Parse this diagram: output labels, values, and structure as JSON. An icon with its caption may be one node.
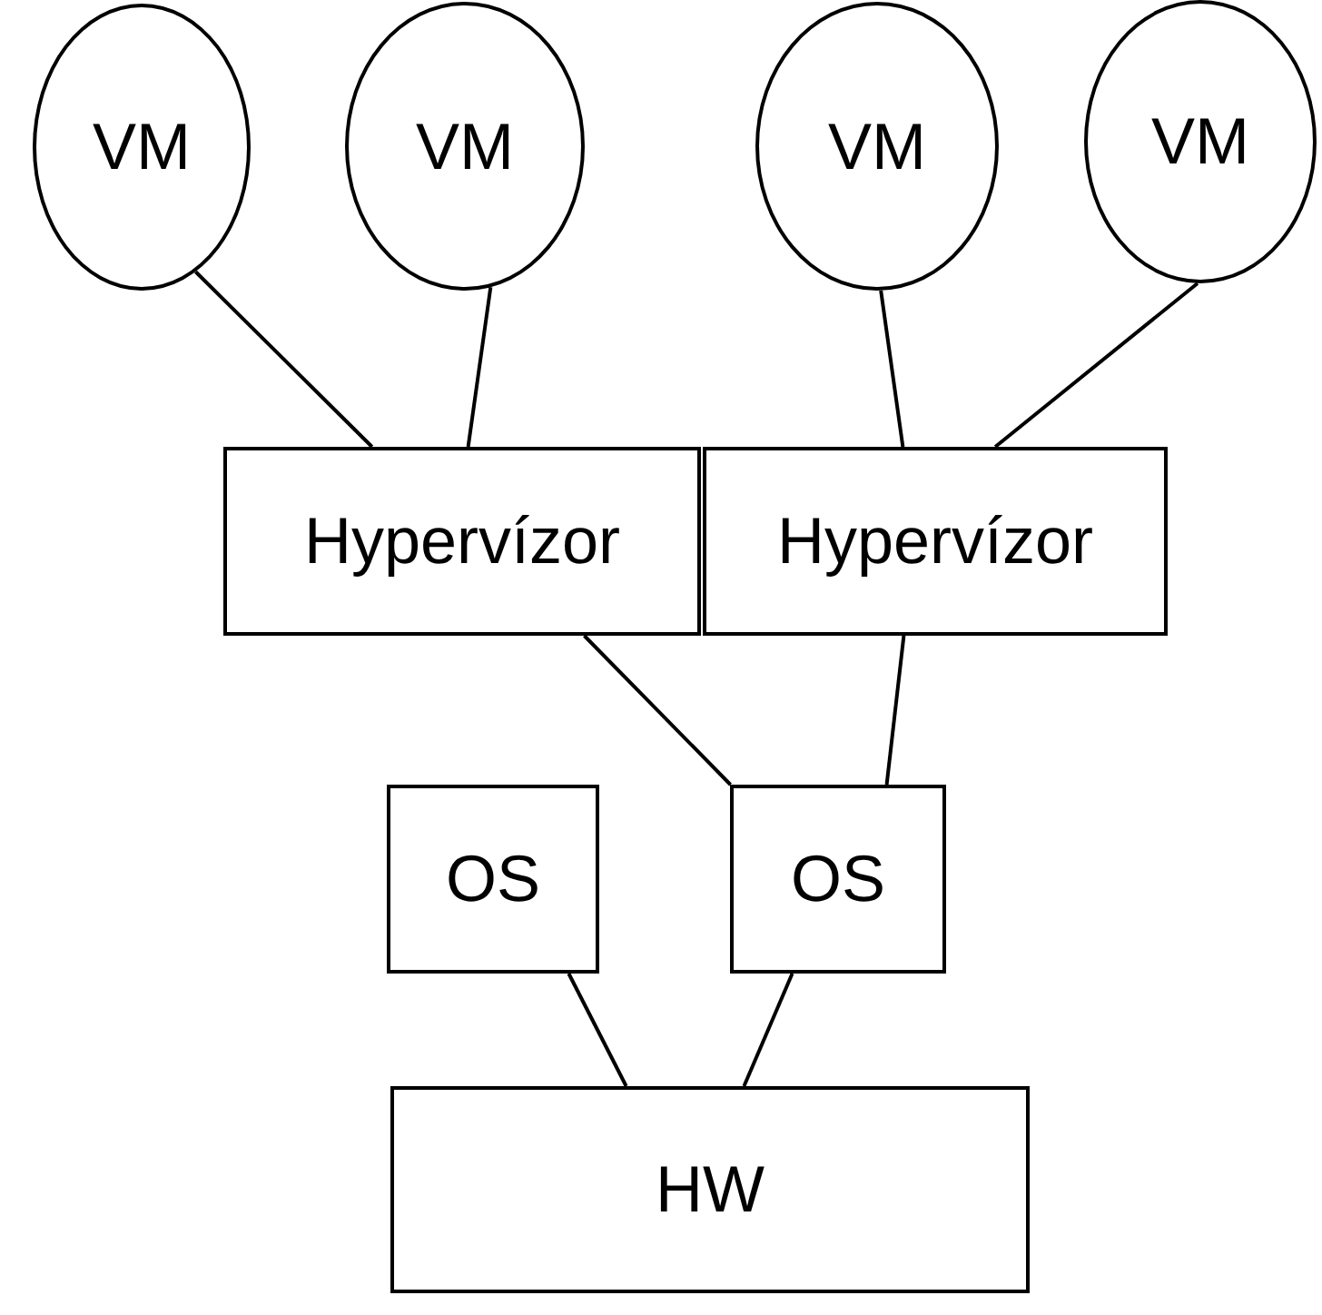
{
  "diagram": {
    "nodes": [
      {
        "text": [
          "VM"
        ]
      },
      {
        "text": [
          "VM"
        ]
      },
      {
        "text": [
          "VM"
        ]
      },
      {
        "text": [
          "VM"
        ]
      },
      {
        "text": [
          "Hypervízor"
        ]
      },
      {
        "text": [
          "Hypervízor"
        ]
      },
      {
        "text": [
          "OS"
        ]
      },
      {
        "text": [
          "OS"
        ]
      },
      {
        "text": [
          "HW"
        ]
      }
    ],
    "edges": [
      {
        "from": 0,
        "to": 4,
        "arrow": "none"
      },
      {
        "from": 1,
        "to": 4,
        "arrow": "none"
      },
      {
        "from": 2,
        "to": 5,
        "arrow": "none"
      },
      {
        "from": 3,
        "to": 5,
        "arrow": "none"
      },
      {
        "from": 4,
        "to": 7,
        "arrow": "none"
      },
      {
        "from": 5,
        "to": 7,
        "arrow": "none"
      },
      {
        "from": 6,
        "to": 8,
        "arrow": "none"
      },
      {
        "from": 7,
        "to": 8,
        "arrow": "none"
      }
    ]
  }
}
